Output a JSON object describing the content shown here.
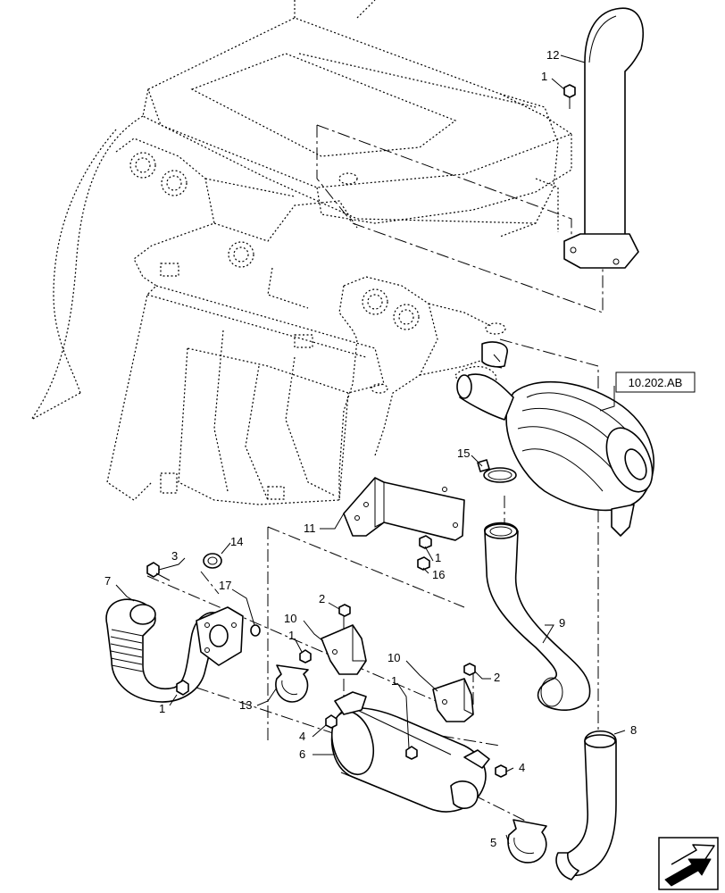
{
  "diagram": {
    "callouts": [
      "1",
      "2",
      "3",
      "4",
      "5",
      "6",
      "7",
      "8",
      "9",
      "10",
      "11",
      "12",
      "13",
      "14",
      "15",
      "16",
      "17"
    ],
    "labels": {
      "c12": "12",
      "c1_top": "1",
      "c15": "15",
      "c11": "11",
      "c1_bracket": "1",
      "c16": "16",
      "c3": "3",
      "c14": "14",
      "c7": "7",
      "c17": "17",
      "c2_mid": "2",
      "c10_left": "10",
      "c1_mid": "1",
      "c9": "9",
      "c10_right": "10",
      "c1_right": "1",
      "c2_right": "2",
      "c1_pipe": "1",
      "c13": "13",
      "c4_left": "4",
      "c6": "6",
      "c4_right": "4",
      "c8": "8",
      "c5": "5"
    },
    "reference": "10.202.AB",
    "nav_icon": "next-page-arrow-icon"
  }
}
